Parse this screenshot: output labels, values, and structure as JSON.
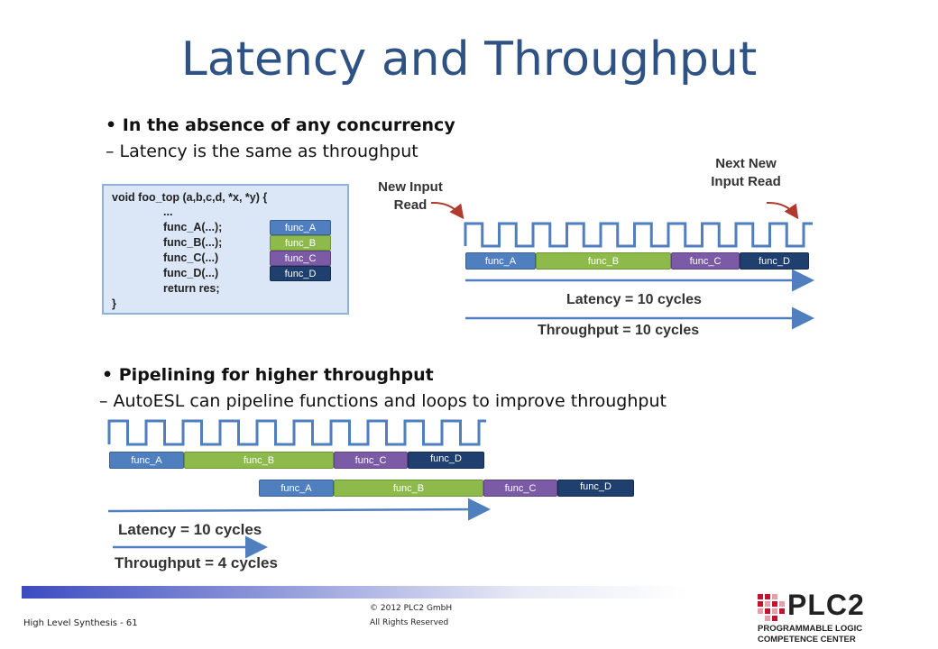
{
  "slide": {
    "title": "Latency and Throughput",
    "bullet1": {
      "heading": "• In the absence of any concurrency",
      "sub": "– Latency is the same as throughput"
    },
    "bullet2": {
      "heading": "• Pipelining for higher throughput",
      "sub": "– AutoESL can pipeline functions and loops to improve throughput"
    }
  },
  "code": {
    "lines": [
      "void foo_top (a,b,c,d, *x, *y) {",
      "...",
      "func_A(...);",
      "func_B(...);",
      "func_C(...)",
      "func_D(...)",
      "return res;",
      "}"
    ]
  },
  "funcs": {
    "a": "func_A",
    "b": "func_B",
    "c": "func_C",
    "d": "func_D"
  },
  "diagram1": {
    "new_input": "New Input Read",
    "next_new_input": "Next New Input Read",
    "latency": "Latency = 10 cycles",
    "throughput": "Throughput = 10 cycles"
  },
  "diagram2": {
    "latency": "Latency = 10 cycles",
    "throughput": "Throughput = 4 cycles"
  },
  "footer": {
    "left": "High Level Synthesis - 61",
    "copyright": "© 2012 PLC2 GmbH",
    "rights": "All Rights Reserved",
    "logo_text": "PLC2",
    "logo_sub1": "PROGRAMMABLE LOGIC",
    "logo_sub2": "COMPETENCE CENTER"
  },
  "colors": {
    "title": "#2e5283",
    "func_A": "#4f7fbf",
    "func_B": "#8dba4a",
    "func_C": "#7b5aa6",
    "func_D": "#1f3f6e",
    "arrow": "#4f7fbf",
    "logo_red": "#c8102e"
  }
}
